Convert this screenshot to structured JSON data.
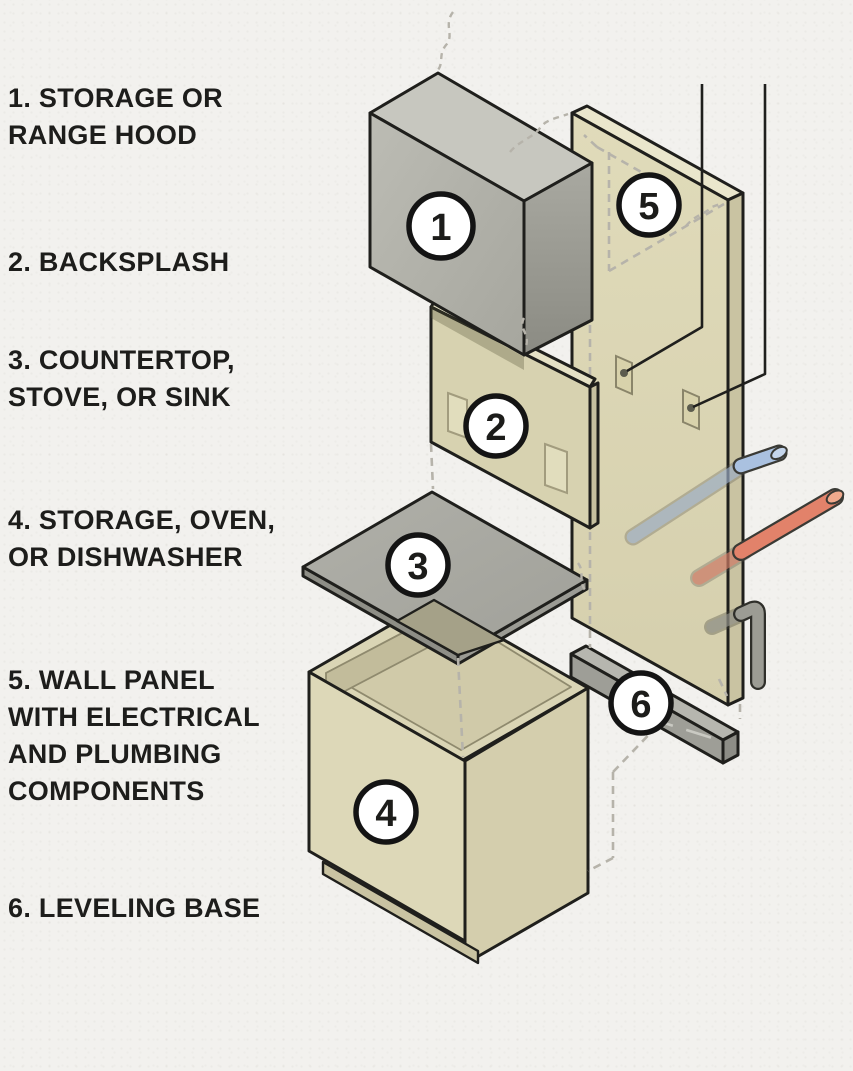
{
  "legend": {
    "items": [
      {
        "id": "1",
        "lines": [
          "1. STORAGE OR",
          "RANGE HOOD"
        ]
      },
      {
        "id": "2",
        "lines": [
          "2. BACKSPLASH"
        ]
      },
      {
        "id": "3",
        "lines": [
          "3. COUNTERTOP,",
          "STOVE, OR SINK"
        ]
      },
      {
        "id": "4",
        "lines": [
          "4. STORAGE, OVEN,",
          "OR DISHWASHER"
        ]
      },
      {
        "id": "5",
        "lines": [
          "5. WALL PANEL",
          "WITH ELECTRICAL",
          "AND PLUMBING",
          "COMPONENTS"
        ]
      },
      {
        "id": "6",
        "lines": [
          "6. LEVELING BASE"
        ]
      }
    ]
  },
  "diagram": {
    "badges": [
      {
        "label": "1"
      },
      {
        "label": "2"
      },
      {
        "label": "3"
      },
      {
        "label": "4"
      },
      {
        "label": "5"
      },
      {
        "label": "6"
      }
    ],
    "colors": {
      "background": "#f2f1ee",
      "cabinet_tan": "#ddd8b8",
      "panel_tan": "#dcd7b6",
      "hood_gray": "#b1b1a9",
      "countertop_gray": "#a9a9a2",
      "leveling_base_gray": "#a0a099",
      "cold_water_pipe_blue": "#aac1e0",
      "hot_water_pipe_red": "#e2826a",
      "drain_pipe_gray": "#9c9c94",
      "wire_black": "#1f1f1d",
      "dashed_guide_gray": "#b6b3aa",
      "outline_black": "#1f1f1c",
      "badge_fill": "#ffffff",
      "text_black": "#1d1d1b"
    }
  }
}
